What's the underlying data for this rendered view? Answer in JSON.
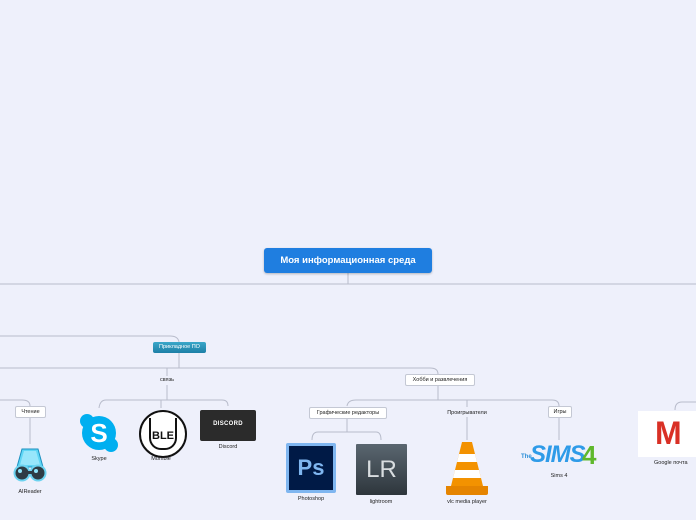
{
  "root": {
    "label": "Моя информационная среда"
  },
  "branch": {
    "label": "Прикладное ПО"
  },
  "topics": {
    "svyaz": "связь",
    "hobbies": "Хобби и развлечения",
    "reading": "Чтение",
    "graphics": "Графические редакторы",
    "players": "Проигрыватели",
    "games": "Игры"
  },
  "apps": {
    "aireader": "AIReader",
    "skype": "Skype",
    "mumble": "Mumble",
    "discord": "Discord",
    "photoshop": "Photoshop",
    "lightroom": "lightroom",
    "vlc": "vlc media player",
    "sims": "Sims 4",
    "gmail": "Google почта"
  },
  "logos": {
    "ps": "Ps",
    "lr": "LR",
    "ble": "BLE",
    "discord": "DISCORD",
    "sims_the": "The",
    "sims_word": "SIMS",
    "sims_num": "4",
    "gmail": "M"
  },
  "colors": {
    "background": "#eef0fb",
    "root": "#1f7ee0",
    "branch": "#1d7fa6",
    "connector": "#b8bccb"
  }
}
